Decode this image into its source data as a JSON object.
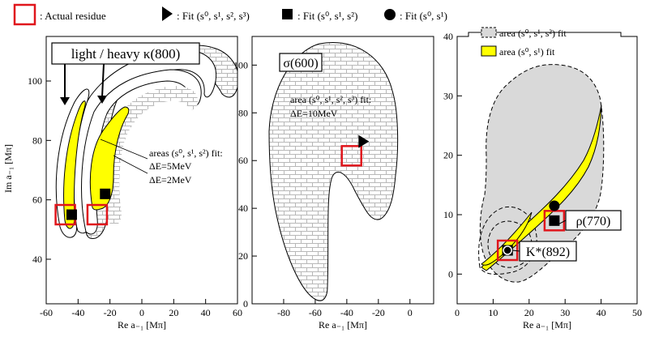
{
  "legend": {
    "residue": ": Actual residue",
    "fit3": ": Fit (s⁰, s¹, s², s³)",
    "fit2": ": Fit (s⁰, s¹, s²)",
    "fit1": ": Fit (s⁰, s¹)"
  },
  "colors": {
    "residue": "#e0161c",
    "yellow": "#ffff00",
    "grey_area": "#d9d9d9",
    "brick_lines": "#b8b8b8"
  },
  "chart_data": [
    {
      "type": "scatter",
      "panel": "left",
      "xlabel": "Re a₋₁ [Mπ]",
      "ylabel": "Im a₋₁ [Mπ]",
      "xlim": [
        -60,
        60
      ],
      "ylim": [
        25,
        115
      ],
      "xticks": [
        -60,
        -40,
        -20,
        0,
        20,
        40,
        60
      ],
      "yticks": [
        40,
        60,
        80,
        100
      ],
      "label_box": "light / heavy κ(800)",
      "annotations": [
        "areas (s⁰, s¹, s²) fit:",
        "ΔE=5MeV",
        "ΔE=2MeV"
      ],
      "series": [
        {
          "marker": "residue",
          "points": [
            {
              "x": -48,
              "y": 55
            },
            {
              "x": -28,
              "y": 55
            }
          ]
        },
        {
          "marker": "fit2",
          "points": [
            {
              "x": -44,
              "y": 55
            },
            {
              "x": -23,
              "y": 62
            }
          ]
        }
      ]
    },
    {
      "type": "scatter",
      "panel": "middle",
      "xlabel": "Re a₋₁ [Mπ]",
      "ylabel": "",
      "xlim": [
        -100,
        15
      ],
      "ylim": [
        0,
        112
      ],
      "xticks": [
        -80,
        -60,
        -40,
        -20,
        0
      ],
      "yticks": [
        0,
        20,
        40,
        60,
        80,
        100
      ],
      "label_box": "σ(600)",
      "annotations": [
        "area (s⁰, s¹, s², s³) fit:",
        "ΔE=10MeV"
      ],
      "series": [
        {
          "marker": "residue",
          "points": [
            {
              "x": -37,
              "y": 62
            }
          ]
        },
        {
          "marker": "fit3",
          "points": [
            {
              "x": -30,
              "y": 68
            }
          ]
        }
      ]
    },
    {
      "type": "scatter",
      "panel": "right",
      "xlabel": "Re a₋₁ [Mπ]",
      "ylabel": "",
      "xlim": [
        0,
        50
      ],
      "ylim": [
        -5,
        40
      ],
      "xticks": [
        0,
        10,
        20,
        30,
        40,
        50
      ],
      "yticks": [
        0,
        10,
        20,
        30,
        40
      ],
      "legend": [
        "area (s⁰, s¹, s²) fit",
        "area (s⁰, s¹) fit"
      ],
      "labels": [
        "ρ(770)",
        "K*(892)"
      ],
      "series": [
        {
          "marker": "residue",
          "points": [
            {
              "x": 14,
              "y": 4
            },
            {
              "x": 27,
              "y": 9
            }
          ]
        },
        {
          "marker": "fit2",
          "points": [
            {
              "x": 14,
              "y": 4
            },
            {
              "x": 27,
              "y": 9
            }
          ]
        },
        {
          "marker": "fit1",
          "points": [
            {
              "x": 14,
              "y": 4
            },
            {
              "x": 27,
              "y": 11.5
            }
          ]
        }
      ]
    }
  ]
}
